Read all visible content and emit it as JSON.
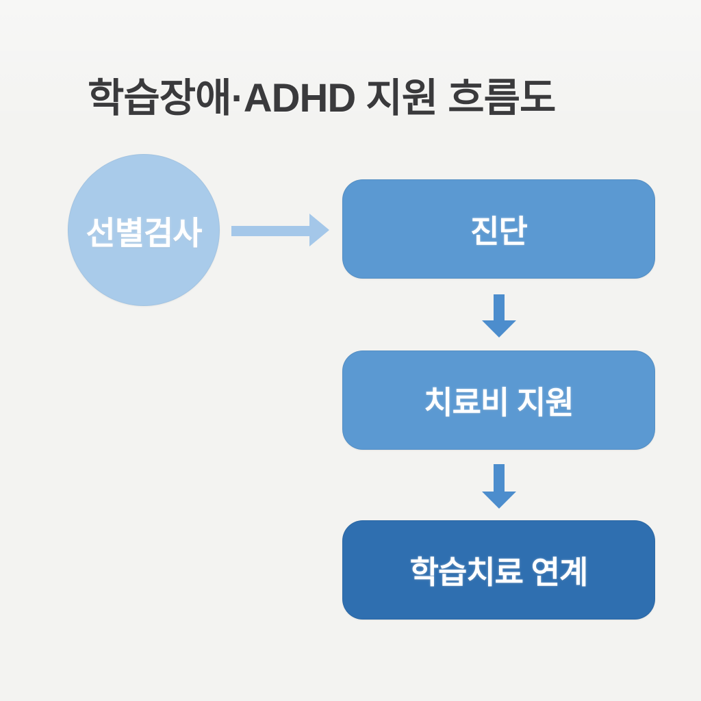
{
  "title": "학습장애·ADHD 지원 흐름도",
  "flowchart": {
    "start_node": {
      "label": "선별검사",
      "shape": "circle"
    },
    "steps": [
      {
        "label": "진단",
        "shape": "rounded-box",
        "emphasis": "medium"
      },
      {
        "label": "치료비 지원",
        "shape": "rounded-box",
        "emphasis": "medium"
      },
      {
        "label": "학습치료 연계",
        "shape": "rounded-box",
        "emphasis": "dark"
      }
    ],
    "connectors": [
      {
        "icon": "arrow-right-icon",
        "from": "선별검사",
        "to": "진단"
      },
      {
        "icon": "arrow-down-icon",
        "from": "진단",
        "to": "치료비 지원"
      },
      {
        "icon": "arrow-down-icon",
        "from": "치료비 지원",
        "to": "학습치료 연계"
      }
    ]
  },
  "colors": {
    "background": "#F3F3F1",
    "title_text": "#3A3A3C",
    "circle_fill": "#A9CBEA",
    "arrow_light": "#A4C7E9",
    "arrow_medium": "#4C8DCD",
    "box_medium": "#5B99D2",
    "box_dark": "#2F6FB0",
    "node_text": "#FFFFFF"
  }
}
